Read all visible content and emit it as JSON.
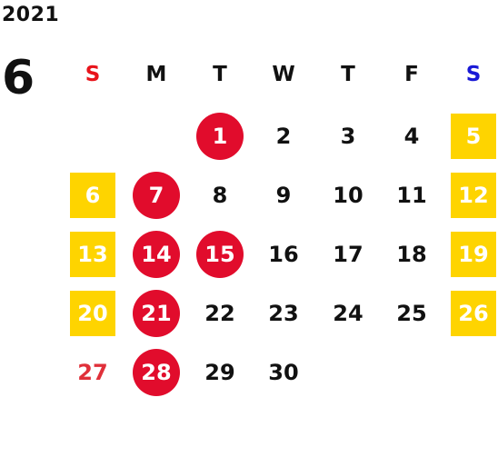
{
  "calendar": {
    "year": "2021",
    "month": "6",
    "weekdays": [
      {
        "label": "S",
        "color": "#e8141b"
      },
      {
        "label": "M",
        "color": "#111111"
      },
      {
        "label": "T",
        "color": "#111111"
      },
      {
        "label": "W",
        "color": "#111111"
      },
      {
        "label": "T",
        "color": "#111111"
      },
      {
        "label": "F",
        "color": "#111111"
      },
      {
        "label": "S",
        "color": "#1a1ad6"
      }
    ],
    "first_weekday_index": 2,
    "days": [
      {
        "n": "1",
        "style": "circle"
      },
      {
        "n": "2",
        "style": "plain"
      },
      {
        "n": "3",
        "style": "plain"
      },
      {
        "n": "4",
        "style": "plain"
      },
      {
        "n": "5",
        "style": "box"
      },
      {
        "n": "6",
        "style": "box"
      },
      {
        "n": "7",
        "style": "circle"
      },
      {
        "n": "8",
        "style": "plain"
      },
      {
        "n": "9",
        "style": "plain"
      },
      {
        "n": "10",
        "style": "plain"
      },
      {
        "n": "11",
        "style": "plain"
      },
      {
        "n": "12",
        "style": "box"
      },
      {
        "n": "13",
        "style": "box"
      },
      {
        "n": "14",
        "style": "circle"
      },
      {
        "n": "15",
        "style": "circle"
      },
      {
        "n": "16",
        "style": "plain"
      },
      {
        "n": "17",
        "style": "plain"
      },
      {
        "n": "18",
        "style": "plain"
      },
      {
        "n": "19",
        "style": "box"
      },
      {
        "n": "20",
        "style": "box"
      },
      {
        "n": "21",
        "style": "circle"
      },
      {
        "n": "22",
        "style": "plain"
      },
      {
        "n": "23",
        "style": "plain"
      },
      {
        "n": "24",
        "style": "plain"
      },
      {
        "n": "25",
        "style": "plain"
      },
      {
        "n": "26",
        "style": "box"
      },
      {
        "n": "27",
        "style": "sun-plain"
      },
      {
        "n": "28",
        "style": "circle"
      },
      {
        "n": "29",
        "style": "plain"
      },
      {
        "n": "30",
        "style": "plain"
      }
    ],
    "colors": {
      "circle": "#e10c2c",
      "box": "#fed400",
      "sunday_text": "#e0303a"
    }
  }
}
